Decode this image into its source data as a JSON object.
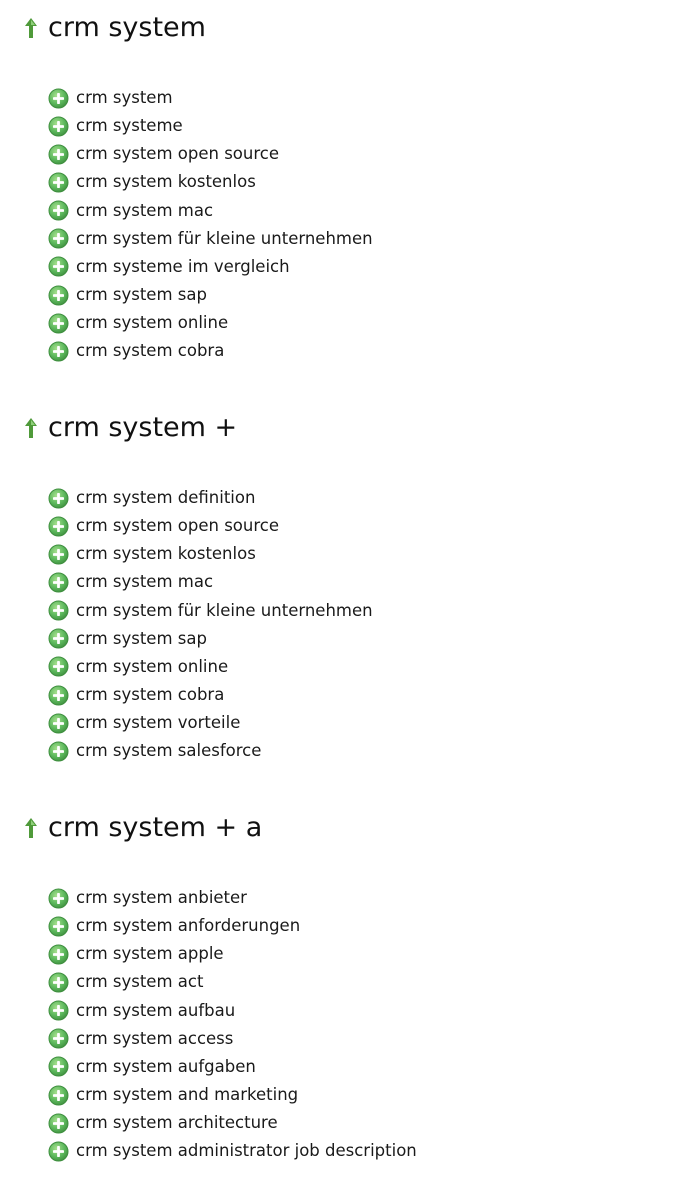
{
  "groups": [
    {
      "title": "crm system",
      "expand_icon": "arrow-up-icon",
      "item_icon": "plus-circle-icon",
      "items": [
        "crm system",
        "crm systeme",
        "crm system open source",
        "crm system kostenlos",
        "crm system mac",
        "crm system für kleine unternehmen",
        "crm systeme im vergleich",
        "crm system sap",
        "crm system online",
        "crm system cobra"
      ]
    },
    {
      "title": "crm system +",
      "expand_icon": "arrow-up-icon",
      "item_icon": "plus-circle-icon",
      "items": [
        "crm system definition",
        "crm system open source",
        "crm system kostenlos",
        "crm system mac",
        "crm system für kleine unternehmen",
        "crm system sap",
        "crm system online",
        "crm system cobra",
        "crm system vorteile",
        "crm system salesforce"
      ]
    },
    {
      "title": "crm system + a",
      "expand_icon": "arrow-up-icon",
      "item_icon": "plus-circle-icon",
      "items": [
        "crm system anbieter",
        "crm system anforderungen",
        "crm system apple",
        "crm system act",
        "crm system aufbau",
        "crm system access",
        "crm system aufgaben",
        "crm system and marketing",
        "crm system architecture",
        "crm system administrator job description"
      ]
    }
  ],
  "colors": {
    "icon_green": "#5cb85c",
    "icon_green_dark": "#3f8f3f",
    "arrow_green": "#4f9a3a",
    "text": "#1a1a1a"
  }
}
